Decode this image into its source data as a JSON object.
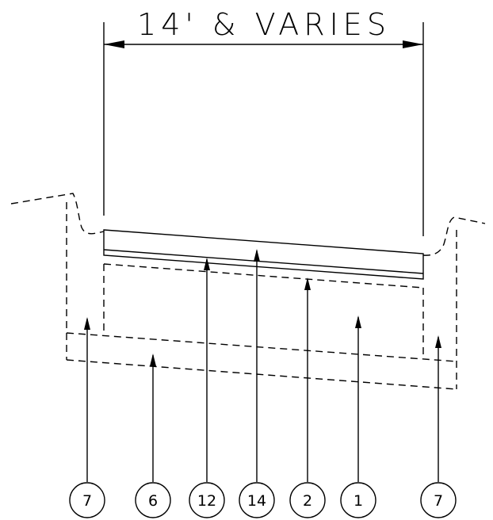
{
  "dimension": {
    "label": "14' & VARIES"
  },
  "callouts": [
    {
      "id": "c1",
      "label": "7"
    },
    {
      "id": "c2",
      "label": "6"
    },
    {
      "id": "c3",
      "label": "12"
    },
    {
      "id": "c4",
      "label": "14"
    },
    {
      "id": "c5",
      "label": "2"
    },
    {
      "id": "c6",
      "label": "1"
    },
    {
      "id": "c7",
      "label": "7"
    }
  ]
}
